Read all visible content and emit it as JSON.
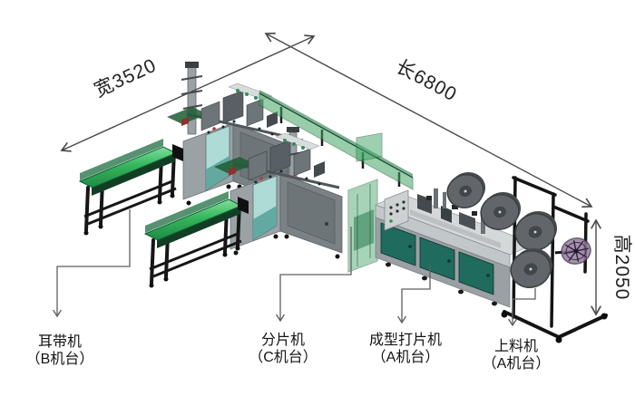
{
  "dimensions": {
    "width": "宽3520",
    "length": "长6800",
    "height": "高2050"
  },
  "machine_labels": [
    {
      "name": "耳带机",
      "station": "（B机台）"
    },
    {
      "name": "分片机",
      "station": "（C机台）"
    },
    {
      "name": "成型打片机",
      "station": "（A机台）"
    },
    {
      "name": "上料机",
      "station": "（A机台）"
    }
  ],
  "colors": {
    "background": "#ffffff",
    "conveyor_green": "#35b65c",
    "conveyor_green_dark": "#0e5c33",
    "glass_teal": "#aedbd5",
    "door_teal": "#1f6b5d",
    "cabinet_gray": "#9ba2a6",
    "cabinet_top_gray": "#c9cdcf",
    "frame_black": "#161616",
    "roll_gray": "#62666a",
    "reel_purple": "#977da0",
    "dimension_line": "#4a4a4a",
    "leader_line": "#5f5f5f",
    "label_text": "#141414"
  }
}
